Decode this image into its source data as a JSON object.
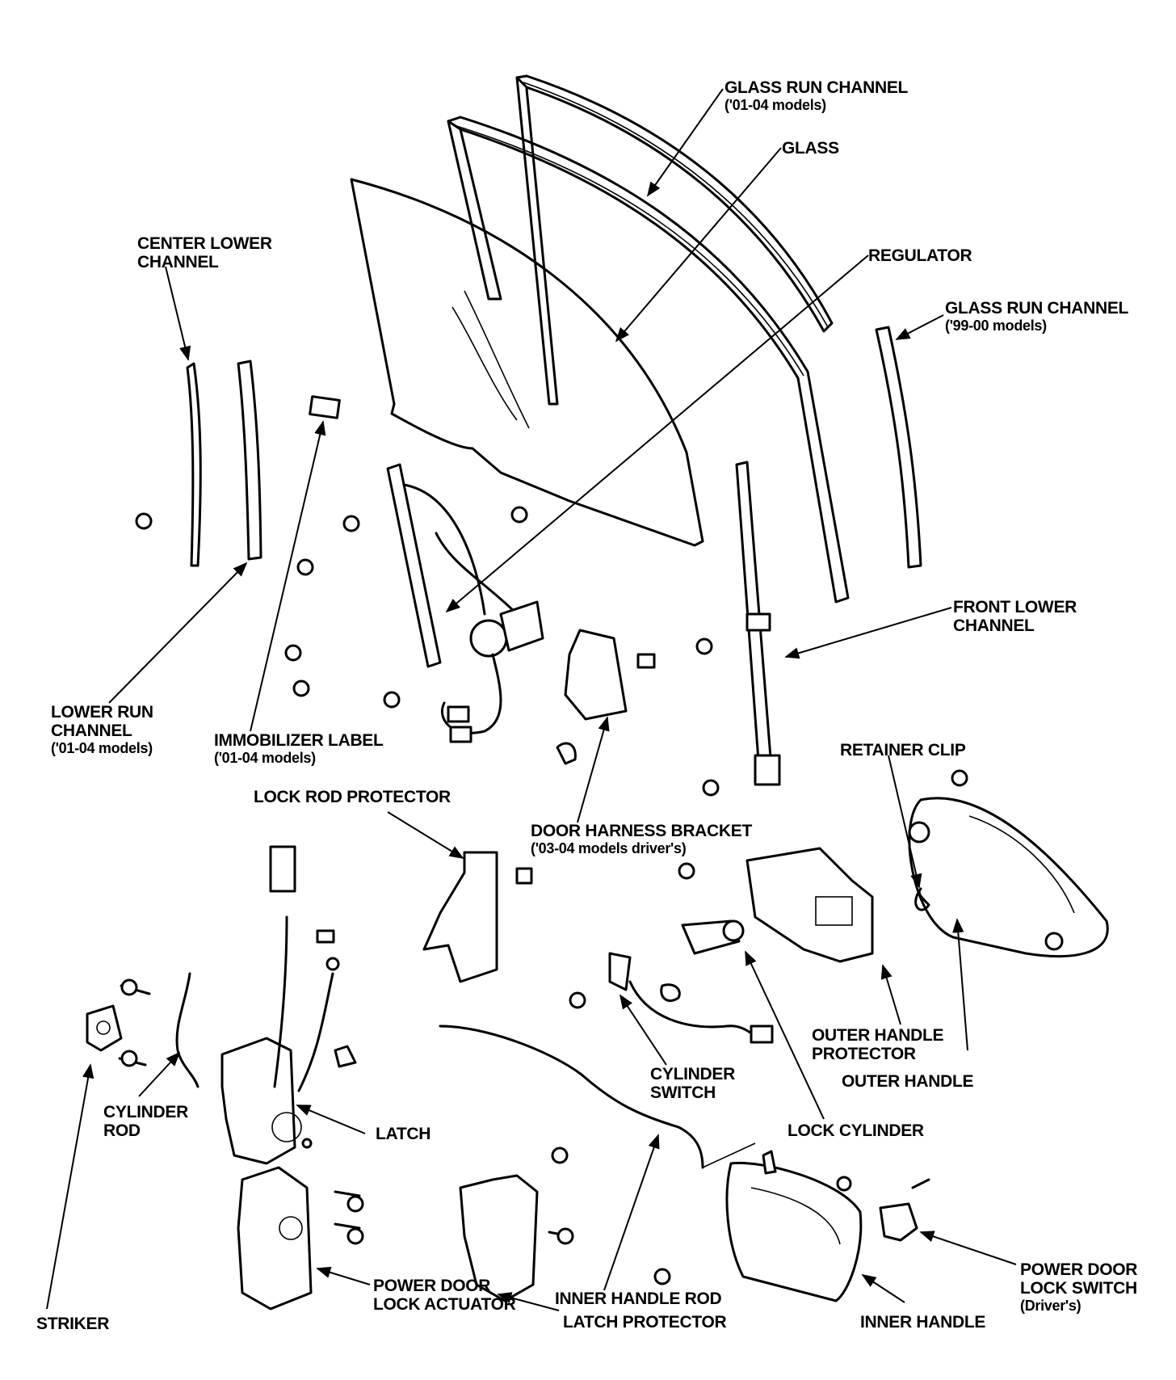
{
  "labels": {
    "glass_run_channel_0104": {
      "line1": "GLASS RUN CHANNEL",
      "line2": "('01-04 models)"
    },
    "glass": {
      "line1": "GLASS"
    },
    "regulator": {
      "line1": "REGULATOR"
    },
    "glass_run_channel_9900": {
      "line1": "GLASS RUN CHANNEL",
      "line2": "('99-00 models)"
    },
    "center_lower_channel": {
      "line1": "CENTER LOWER",
      "line2": "CHANNEL"
    },
    "front_lower_channel": {
      "line1": "FRONT LOWER",
      "line2": "CHANNEL"
    },
    "lower_run_channel": {
      "line1": "LOWER RUN",
      "line2": "CHANNEL",
      "line3": "('01-04 models)"
    },
    "immobilizer_label": {
      "line1": "IMMOBILIZER LABEL",
      "line2": "('01-04 models)"
    },
    "retainer_clip": {
      "line1": "RETAINER CLIP"
    },
    "lock_rod_protector": {
      "line1": "LOCK ROD PROTECTOR"
    },
    "door_harness_bracket": {
      "line1": "DOOR HARNESS BRACKET",
      "line2": "('03-04 models driver's)"
    },
    "outer_handle_protector": {
      "line1": "OUTER HANDLE",
      "line2": "PROTECTOR"
    },
    "outer_handle": {
      "line1": "OUTER HANDLE"
    },
    "cylinder_switch": {
      "line1": "CYLINDER",
      "line2": "SWITCH"
    },
    "cylinder_rod": {
      "line1": "CYLINDER",
      "line2": "ROD"
    },
    "latch": {
      "line1": "LATCH"
    },
    "lock_cylinder": {
      "line1": "LOCK CYLINDER"
    },
    "striker": {
      "line1": "STRIKER"
    },
    "power_door_lock_actuator": {
      "line1": "POWER DOOR",
      "line2": "LOCK ACTUATOR"
    },
    "inner_handle_rod": {
      "line1": "INNER HANDLE ROD"
    },
    "latch_protector": {
      "line1": "LATCH PROTECTOR"
    },
    "inner_handle": {
      "line1": "INNER HANDLE"
    },
    "power_door_lock_switch": {
      "line1": "POWER DOOR",
      "line2": "LOCK SWITCH",
      "line3": "(Driver's)"
    }
  }
}
